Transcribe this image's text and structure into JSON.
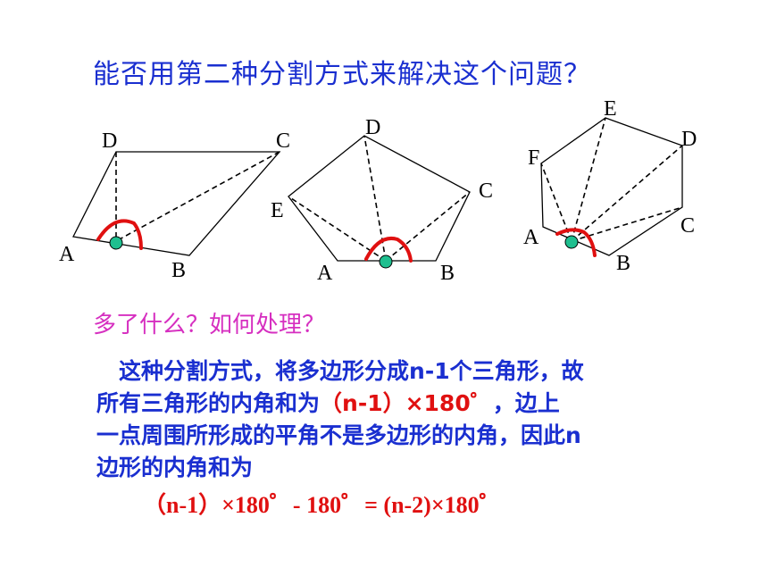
{
  "title": "能否用第二种分割方式来解决这个问题？",
  "figures": {
    "quad": {
      "A": "A",
      "B": "B",
      "C": "C",
      "D": "D"
    },
    "pent": {
      "A": "A",
      "B": "B",
      "C": "C",
      "D": "D",
      "E": "E"
    },
    "hex": {
      "A": "A",
      "B": "B",
      "C": "C",
      "D": "D",
      "E": "E",
      "F": "F"
    }
  },
  "colors": {
    "title": "#1a2fd0",
    "question": "#d62fc0",
    "accent": "#e01010",
    "dot": "#1fbf8f"
  },
  "question": "多了什么？如何处理？",
  "explanation": {
    "line1": "这种分割方式，将多边形分成n-1个三角形，故",
    "line2_start": "所有三角形的内角和为",
    "line2_red": "（n-1）×180゜",
    "line2_end": "，边上",
    "line3": "一点周围所形成的平角不是多边形的内角，因此n",
    "line4": "边形的内角和为"
  },
  "formula": "（n-1）×180゜- 180゜= (n-2)×180゜"
}
